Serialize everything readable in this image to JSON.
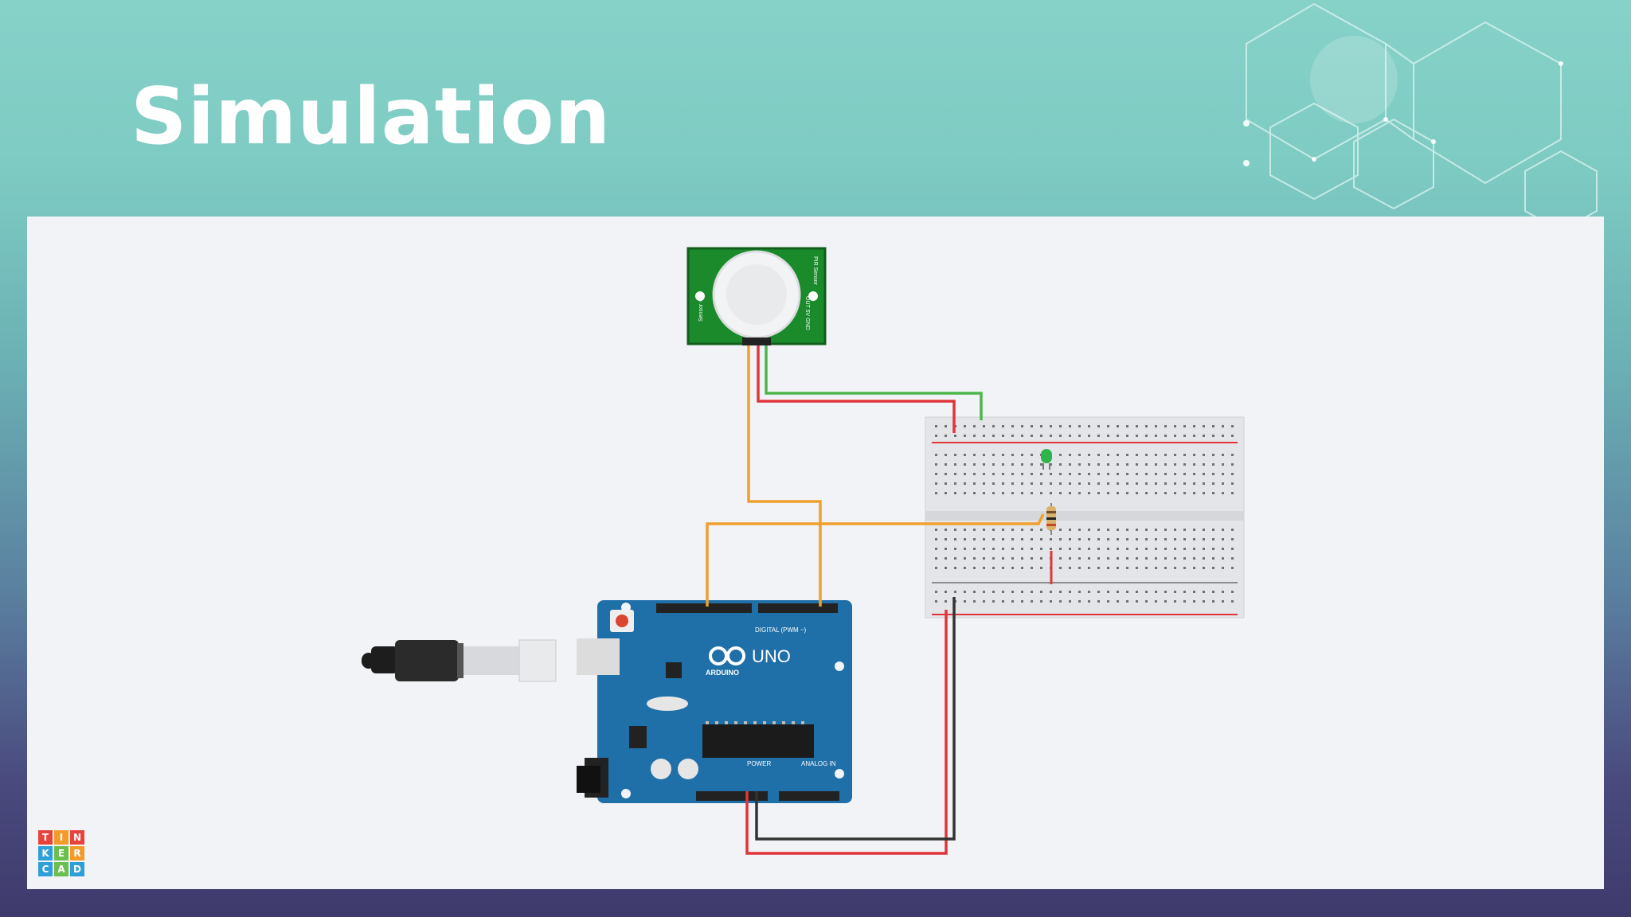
{
  "slide": {
    "title": "Simulation"
  },
  "pir_sensor": {
    "left_label": "Sensor +5V",
    "right_label": "PIR Sensor",
    "right_label2": "OUT 5V GND"
  },
  "arduino": {
    "brand": "ARDUINO",
    "model": "UNO",
    "digital_label": "DIGITAL (PWM ~)",
    "power_label": "POWER",
    "analog_label": "ANALOG IN"
  },
  "tinkercad_logo": {
    "letters": [
      "T",
      "I",
      "N",
      "K",
      "E",
      "R",
      "C",
      "A",
      "D"
    ],
    "colors": [
      "#e8433a",
      "#f39a2b",
      "#e8433a",
      "#2f9fd8",
      "#6bbf4e",
      "#f39a2b",
      "#2f9fd8",
      "#6bbf4e",
      "#2f9fd8"
    ]
  },
  "colors": {
    "wire_orange": "#f0a02c",
    "wire_red": "#e0353a",
    "wire_green": "#4cb64a",
    "wire_black": "#333333",
    "arduino_blue": "#1f6fa8",
    "pcb_green": "#1a8a2b"
  }
}
